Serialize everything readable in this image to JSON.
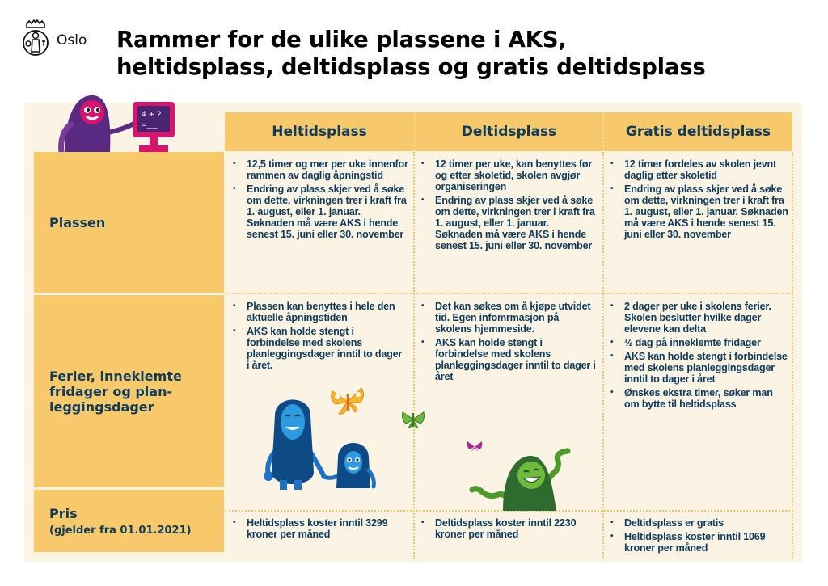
{
  "header": {
    "logo_text": "Oslo",
    "title_line1": "Rammer for de ulike plassene i AKS,",
    "title_line2": "heltidsplass, deltidsplass og gratis deltidsplass"
  },
  "table": {
    "columns": [
      "Heltidsplass",
      "Deltidsplass",
      "Gratis deltidsplass"
    ],
    "rows": [
      {
        "label": "Plassen",
        "cells": [
          [
            "12,5 timer og mer per uke innenfor rammen av daglig åpningstid",
            "Endring av plass skjer ved å søke om dette, virkningen trer i kraft fra 1. august, eller 1. januar. Søknaden må være AKS i hende senest 15. juni eller 30. november"
          ],
          [
            "12 timer per uke, kan benyttes før og etter skoletid, skolen avgjør organiseringen",
            "Endring av plass skjer ved å søke om dette, virkningen trer i kraft fra 1. august, eller 1. januar. Søknaden må være AKS i hende senest 15. juni eller 30. november"
          ],
          [
            "12 timer fordeles av skolen jevnt daglig etter skoletid",
            "Endring av plass skjer ved å søke om dette, virkningen trer i kraft fra 1. august, eller 1. januar. Søknaden må være AKS i hende senest 15. juni eller 30. november"
          ]
        ]
      },
      {
        "label_line1": "Ferier, inneklemte",
        "label_line2": "fridager og plan-",
        "label_line3": "leggingsdager",
        "cells": [
          [
            "Plassen kan benyttes i hele den aktuelle åpningstiden",
            "AKS kan holde stengt i forbindelse med skolens planleggingsdager inntil to dager i året."
          ],
          [
            "Det kan søkes om å kjøpe utvidet tid. Egen infomrmasjon på skolens hjemmeside.",
            "AKS kan holde stengt i forbindelse med skolens planleggingsdager inntil to dager i året"
          ],
          [
            "2 dager per uke i skolens ferier. Skolen beslutter hvilke dager elevene kan delta",
            "½ dag på inneklemte fridager",
            "AKS kan holde stengt i forbindelse med skolens planleggingsdager inntil to dager i året",
            "Ønskes ekstra timer, søker man om bytte til heltidsplass"
          ]
        ]
      },
      {
        "label": "Pris",
        "sublabel": "(gjelder fra 01.01.2021)",
        "cells": [
          [
            "Heltidsplass koster inntil 3299 kroner per måned"
          ],
          [
            "Deltidsplass koster inntil 2230 kroner per måned"
          ],
          [
            "Deltidsplass er gratis",
            "Heltidsplass koster inntil 1069 kroner per måned"
          ]
        ]
      }
    ]
  },
  "illustrations": {
    "blackboard_text_1": "4 + 2",
    "blackboard_text_2": "=___"
  },
  "colors": {
    "panel_bg": "#fbf4e4",
    "header_yellow": "#f8c96a",
    "text_navy": "#0f3b5c",
    "purple": "#5a2a82",
    "magenta": "#d4166f",
    "blue_dark": "#0d4a86",
    "blue_light": "#2e9be0",
    "green_dark": "#2e6b2e",
    "green_light": "#6dbb3c"
  }
}
